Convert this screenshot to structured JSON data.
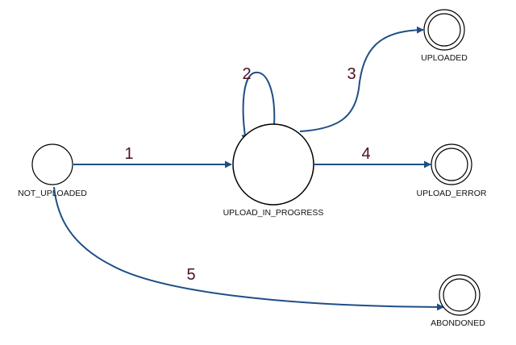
{
  "states": {
    "not_uploaded": {
      "label": "NOT_UPLOADED",
      "final": false
    },
    "upload_in_progress": {
      "label": "UPLOAD_IN_PROGRESS",
      "final": false
    },
    "uploaded": {
      "label": "UPLOADED",
      "final": true
    },
    "upload_error": {
      "label": "UPLOAD_ERROR",
      "final": true
    },
    "abondoned": {
      "label": "ABONDONED",
      "final": true
    }
  },
  "transitions": [
    {
      "id": "1",
      "label": "1",
      "from": "not_uploaded",
      "to": "upload_in_progress"
    },
    {
      "id": "2",
      "label": "2",
      "from": "upload_in_progress",
      "to": "upload_in_progress"
    },
    {
      "id": "3",
      "label": "3",
      "from": "upload_in_progress",
      "to": "uploaded"
    },
    {
      "id": "4",
      "label": "4",
      "from": "upload_in_progress",
      "to": "upload_error"
    },
    {
      "id": "5",
      "label": "5",
      "from": "not_uploaded",
      "to": "abondoned"
    }
  ],
  "colors": {
    "edge": "#1f4e86",
    "state_stroke": "#000000",
    "label_number": "#4a1024"
  }
}
